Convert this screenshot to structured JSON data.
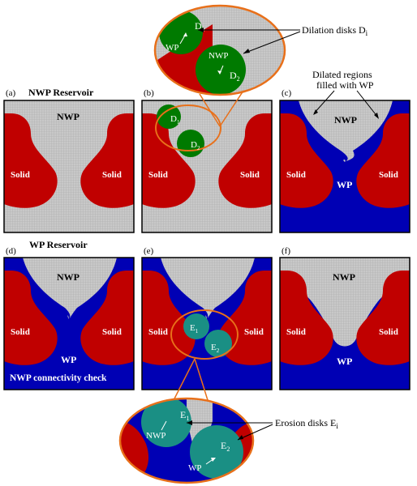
{
  "colors": {
    "nwp_gray": "#c8c8c8",
    "solid_red": "#c00000",
    "wp_blue": "#0000b4",
    "dilation_green": "#007a00",
    "erosion_teal": "#1a8f84",
    "callout_orange": "#e8701a"
  },
  "zoom_top": {
    "disk1": "D",
    "disk1_sub": "1",
    "disk2": "D",
    "disk2_sub": "2",
    "wp": "WP",
    "nwp": "NWP"
  },
  "zoom_bottom": {
    "disk1": "E",
    "disk1_sub": "1",
    "disk2": "E",
    "disk2_sub": "2",
    "nwp": "NWP",
    "wp": "WP"
  },
  "annotations": {
    "dilation_text": "Dilation disks D",
    "dilation_sub": "i",
    "dilated_line1": "Dilated regions",
    "dilated_line2": "filled with WP",
    "erosion_text": "Erosion disks E",
    "erosion_sub": "i",
    "nwp_reservoir": "NWP Reservoir",
    "wp_reservoir": "WP Reservoir"
  },
  "panels": {
    "a": {
      "label": "(a)",
      "nwp": "NWP",
      "solid_left": "Solid",
      "solid_right": "Solid"
    },
    "b": {
      "label": "(b)",
      "solid_left": "Solid",
      "solid_right": "Solid",
      "d1": "D",
      "d1_sub": "1",
      "d2": "D",
      "d2_sub": "2"
    },
    "c": {
      "label": "(c)",
      "nwp": "NWP",
      "solid_left": "Solid",
      "solid_right": "Solid",
      "wp": "WP"
    },
    "d": {
      "label": "(d)",
      "nwp": "NWP",
      "solid_left": "Solid",
      "solid_right": "Solid",
      "wp": "WP",
      "check": "NWP connectivity check"
    },
    "e": {
      "label": "(e)",
      "solid_left": "Solid",
      "solid_right": "Solid",
      "e1": "E",
      "e1_sub": "1",
      "e2": "E",
      "e2_sub": "2"
    },
    "f": {
      "label": "(f)",
      "nwp": "NWP",
      "solid_left": "Solid",
      "solid_right": "Solid",
      "wp": "WP"
    }
  }
}
